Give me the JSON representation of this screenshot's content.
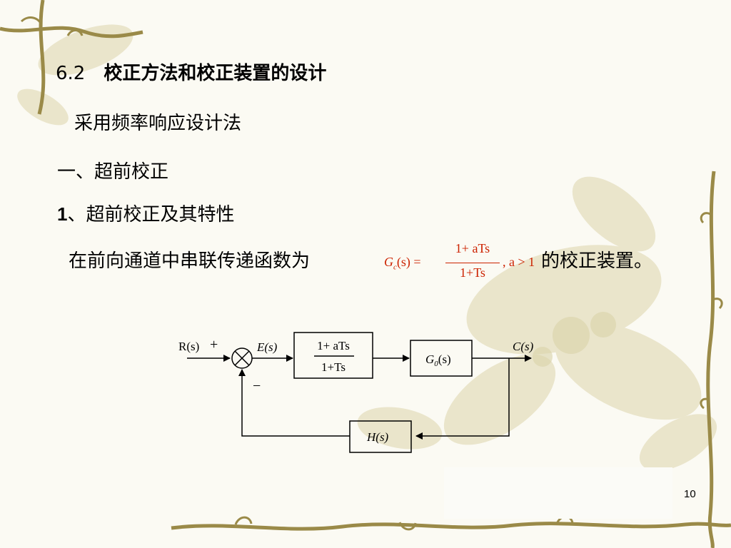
{
  "heading": {
    "number": "6.2",
    "title": "校正方法和校正装置的设计"
  },
  "lines": {
    "method": "采用频率响应设计法",
    "section": "一、超前校正",
    "subsection_num": "1",
    "subsection_text": "、超前校正及其特性",
    "desc_before": "在前向通道中串联传递函数为",
    "desc_after": "的校正装置。"
  },
  "formula": {
    "lhs": "G",
    "lhs_sub": "c",
    "lhs_arg": "(s) =",
    "numerator": "1+ aTs",
    "denominator": "1+Ts",
    "condition": ", a > 1"
  },
  "diagram": {
    "input": "R(s)",
    "plus": "+",
    "minus": "−",
    "error": "E(s)",
    "block1_num": "1+ aTs",
    "block1_den": "1+Ts",
    "block2": "G",
    "block2_sub": "0",
    "block2_arg": "(s)",
    "output": "C(s)",
    "feedback": "H(s)"
  },
  "footer": {
    "page": "10"
  },
  "colors": {
    "formula": "#cc2200",
    "background": "#fbfaf3",
    "vine": "#8a7a3a",
    "leaf": "#e6e0c2"
  }
}
